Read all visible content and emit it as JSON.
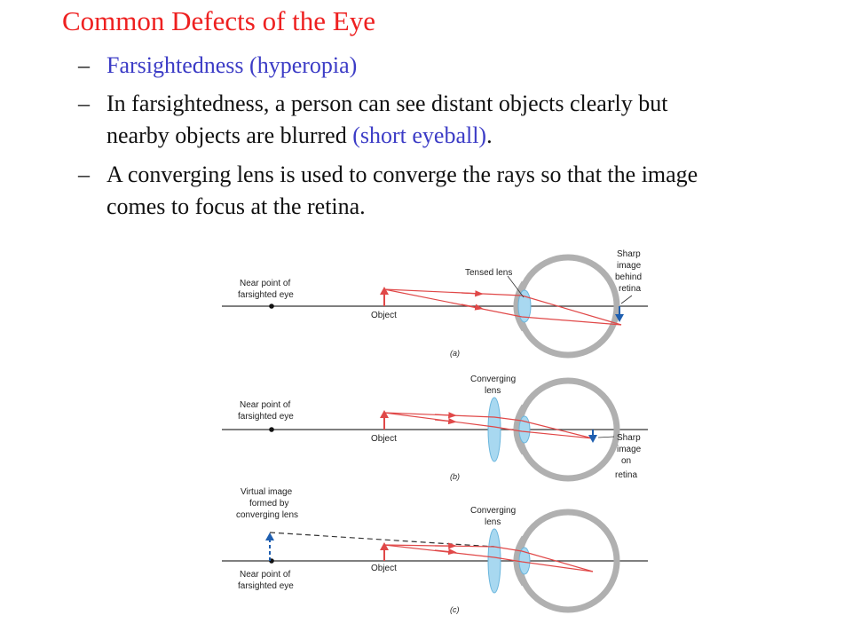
{
  "title": "Common Defects of the Eye",
  "bullets": [
    {
      "line1": "Farsightedness (hyperopia)"
    },
    {
      "line1": "In farsightedness, a person can see distant objects clearly but",
      "line2_black": "nearby objects are blurred ",
      "line2_blue": "(short eyeball)",
      "line2_end": "."
    },
    {
      "line1": "A converging lens is used to converge the rays so that the image",
      "line2": "comes to focus at the retina."
    }
  ],
  "dash": "–",
  "diagrams": {
    "a": {
      "near_point": [
        "Near point of",
        "farsighted eye"
      ],
      "object": "Object",
      "tensed_lens": "Tensed lens",
      "image": [
        "Sharp",
        "image",
        "behind",
        "retina"
      ],
      "caption": "(a)"
    },
    "b": {
      "near_point": [
        "Near point of",
        "farsighted eye"
      ],
      "object": "Object",
      "lens": [
        "Converging",
        "lens"
      ],
      "image": [
        "Sharp",
        "image",
        "on",
        "retina"
      ],
      "caption": "(b)"
    },
    "c": {
      "virtual": [
        "Virtual image",
        "formed by",
        "converging lens"
      ],
      "near_point": [
        "Near point of",
        "farsighted eye"
      ],
      "object": "Object",
      "lens": [
        "Converging",
        "lens"
      ],
      "caption": "(c)"
    }
  },
  "colors": {
    "title": "#ee2020",
    "accent": "#3c3cc6",
    "ray": "#e04848",
    "lens": "#a8d8f0",
    "eye": "#b0b0b0",
    "image_arrow": "#1f5fb0"
  }
}
